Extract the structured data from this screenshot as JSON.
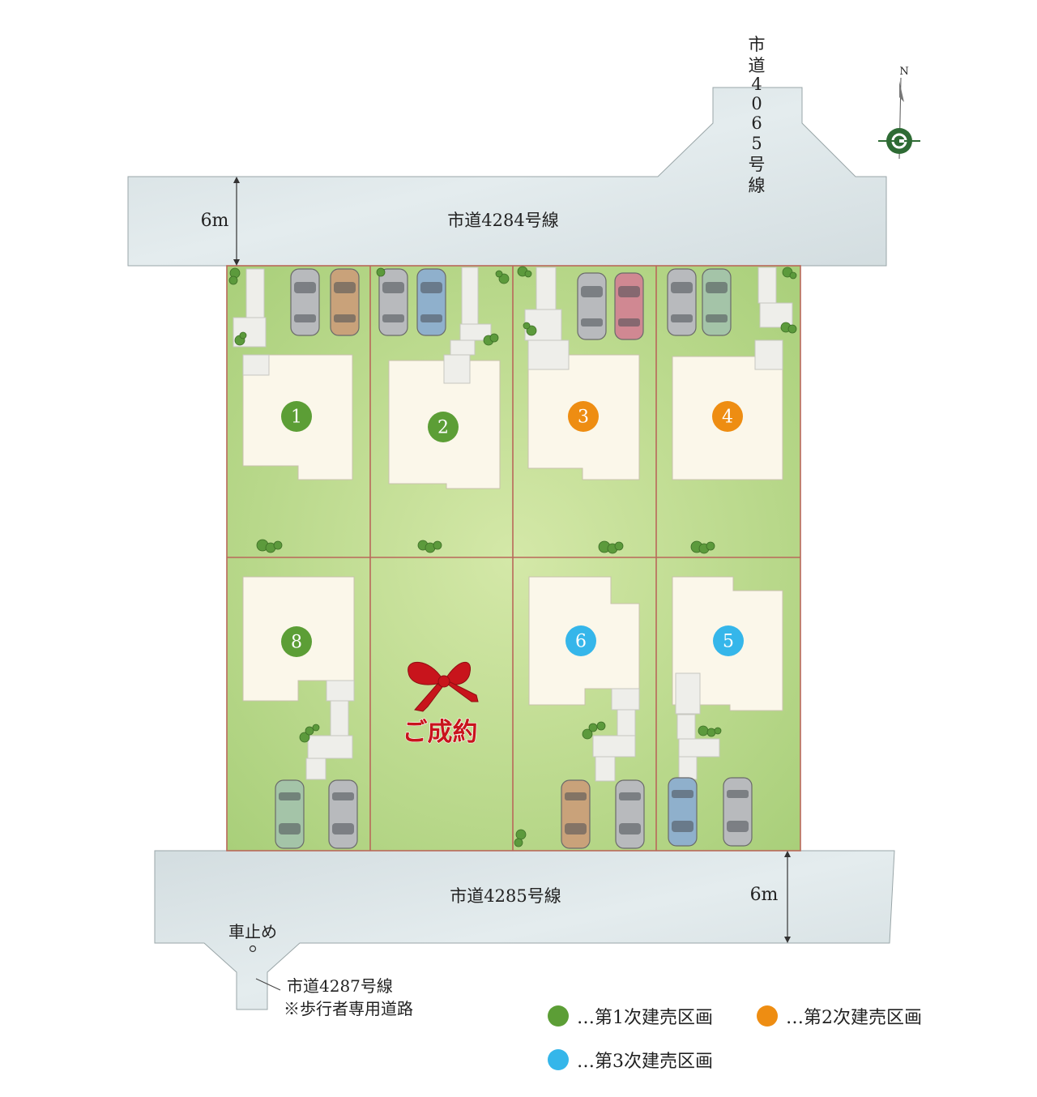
{
  "roads": {
    "north": "市道4284号線",
    "south": "市道4285号線",
    "northeast_vertical": [
      "市",
      "道",
      "4",
      "0",
      "6",
      "5",
      "号",
      "線"
    ],
    "pedestrian_line1": "市道4287号線",
    "pedestrian_line2": "※歩行者専用道路",
    "width_north": "6m",
    "width_south": "6m",
    "car_stop": "車止め"
  },
  "compass": {
    "north_label": "N"
  },
  "lots": [
    {
      "number": "1",
      "phase": 1
    },
    {
      "number": "2",
      "phase": 1
    },
    {
      "number": "3",
      "phase": 2
    },
    {
      "number": "4",
      "phase": 2
    },
    {
      "number": "8",
      "phase": 1
    },
    {
      "number": "6",
      "phase": 3
    },
    {
      "number": "5",
      "phase": 3
    }
  ],
  "sold_label": "ご成約",
  "legend": [
    {
      "label": "…第1次建売区画",
      "color": "#5c9e36"
    },
    {
      "label": "…第2次建売区画",
      "color": "#ee8d12"
    },
    {
      "label": "…第3次建売区画",
      "color": "#35b6ea"
    }
  ],
  "colors": {
    "road": "#d8e2e4",
    "lawn": "#b9d88c",
    "house": "#fbf7ea",
    "boundary": "#b9685a",
    "sold": "#c8141c"
  }
}
